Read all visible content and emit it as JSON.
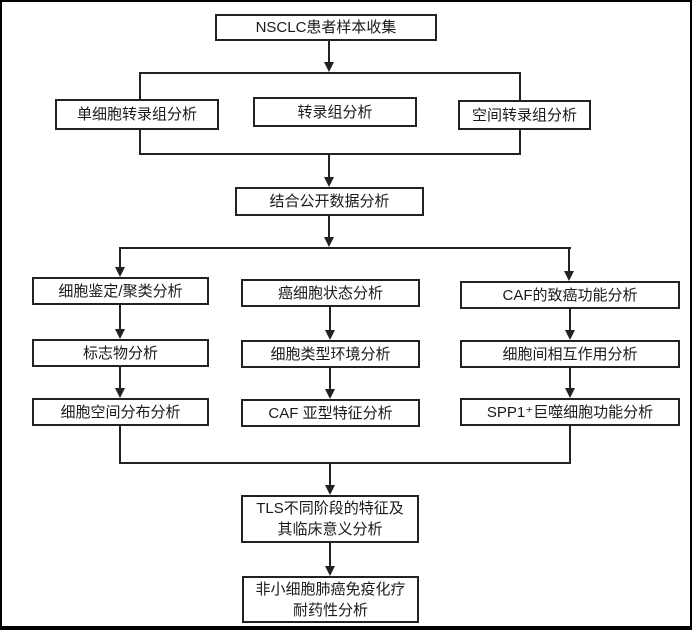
{
  "canvas": {
    "background_color": "#ffffff",
    "line_color": "#222222",
    "text_color": "#1a1a1a"
  },
  "flow": {
    "sample_collection": "NSCLC患者样本收集",
    "methods_group": {
      "single_cell": "单细胞转录组分析",
      "transcriptome": "转录组分析",
      "spatial": "空间转录组分析"
    },
    "public_data": "结合公开数据分析",
    "left_column": [
      "细胞鉴定/聚类分析",
      "标志物分析",
      "细胞空间分布分析"
    ],
    "middle_column": [
      "癌细胞状态分析",
      "细胞类型环境分析",
      "CAF 亚型特征分析"
    ],
    "right_column": [
      "CAF的致癌功能分析",
      "细胞间相互作用分析",
      "SPP1⁺巨噬细胞功能分析"
    ],
    "tls_analysis": "TLS不同阶段的特征及\n其临床意义分析",
    "drug_resistance": "非小细胞肺癌免疫化疗\n耐药性分析"
  }
}
